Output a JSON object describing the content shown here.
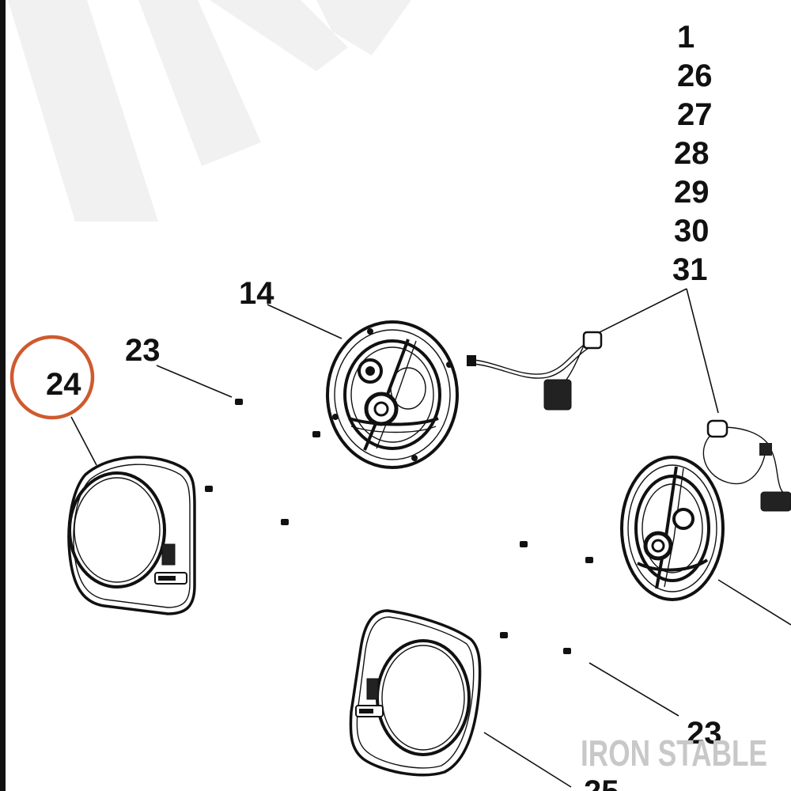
{
  "watermark_text": "IRON STABLE",
  "brand_label": "IRON STABLE",
  "highlight_color": "#cf5a2e",
  "callouts": {
    "part_14": "14",
    "part_23_top": "23",
    "part_23_bottom": "23",
    "part_24": "24",
    "part_25": "25"
  },
  "callout_stack": [
    "1",
    "26",
    "27",
    "28",
    "29",
    "30",
    "31"
  ],
  "highlighted_part": "24"
}
